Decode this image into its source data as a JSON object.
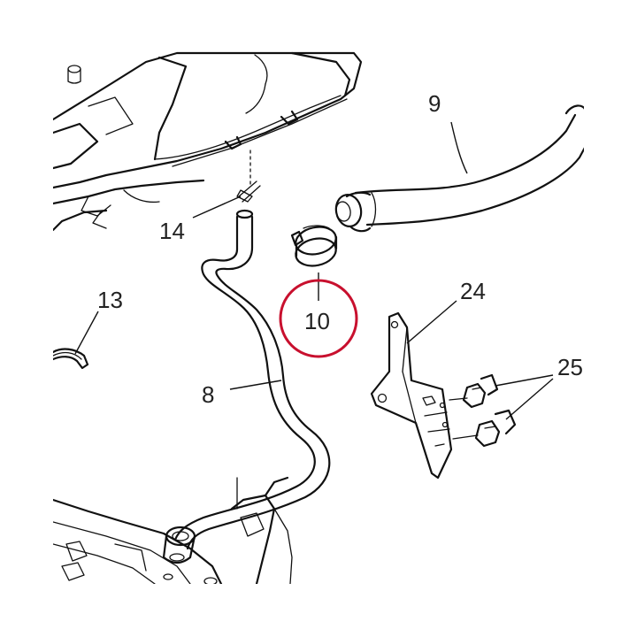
{
  "diagram": {
    "callouts": [
      {
        "id": "c8",
        "label": "8"
      },
      {
        "id": "c9",
        "label": "9"
      },
      {
        "id": "c10",
        "label": "10"
      },
      {
        "id": "c13",
        "label": "13"
      },
      {
        "id": "c14",
        "label": "14"
      },
      {
        "id": "c24",
        "label": "24"
      },
      {
        "id": "c25",
        "label": "25"
      }
    ],
    "highlight_color": "#c8102e",
    "line_color": "#111111"
  }
}
